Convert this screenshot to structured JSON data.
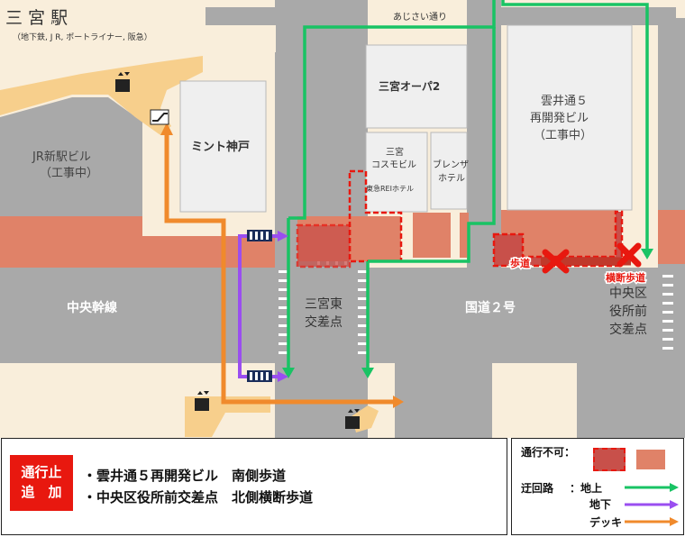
{
  "station": {
    "name": "三 宮 駅",
    "lines": "（地下鉄, J R, ポートライナー, 阪急）"
  },
  "streets": {
    "ajisai": "あじさい通り",
    "chuo_kansen": "中央幹線",
    "kokudo": "国道２号"
  },
  "buildings": {
    "jr_shineki_1": "JR新駅ビル",
    "jr_shineki_2": "（工事中）",
    "mint": "ミント神戸",
    "opa": "三宮オーパ2",
    "cosmo_1": "三宮",
    "cosmo_2": "コスモビル",
    "tokyu_rei": "東急REIホテル",
    "brenza_1": "ブレンザ",
    "brenza_2": "ホテル",
    "kumoi_1": "雲井通５",
    "kumoi_2": "再開発ビル",
    "kumoi_3": "（工事中）"
  },
  "intersections": {
    "sannomiya_higashi_1": "三宮東",
    "sannomiya_higashi_2": "交差点",
    "chuoku_1": "中央区",
    "chuoku_2": "役所前",
    "chuoku_3": "交差点"
  },
  "closure_labels": {
    "sidewalk": "歩道",
    "crosswalk": "横断歩道"
  },
  "notice": {
    "badge_line1": "通行止",
    "badge_line2": "追　加",
    "items": [
      "・雲井通５再開発ビル　南側歩道",
      "・中央区役所前交差点　北側横断歩道"
    ]
  },
  "legend": {
    "impassable": "通行不可：",
    "detour": "迂回路",
    "ground": "：地上",
    "underground": "地下",
    "deck": "デッキ"
  },
  "colors": {
    "road": "#a9a9a9",
    "block": "#f9eedb",
    "building": "#efefef",
    "salmon_area": "#e08268",
    "closed": "#e8180f",
    "route_ground": "#19c364",
    "route_underground": "#9a4ef0",
    "route_deck": "#f08a2c",
    "deck_surface": "#f7cf8c"
  },
  "icons": [
    "elevator-icon",
    "escalator-icon",
    "stairs-icon",
    "closed-x-icon",
    "arrow-icon"
  ]
}
